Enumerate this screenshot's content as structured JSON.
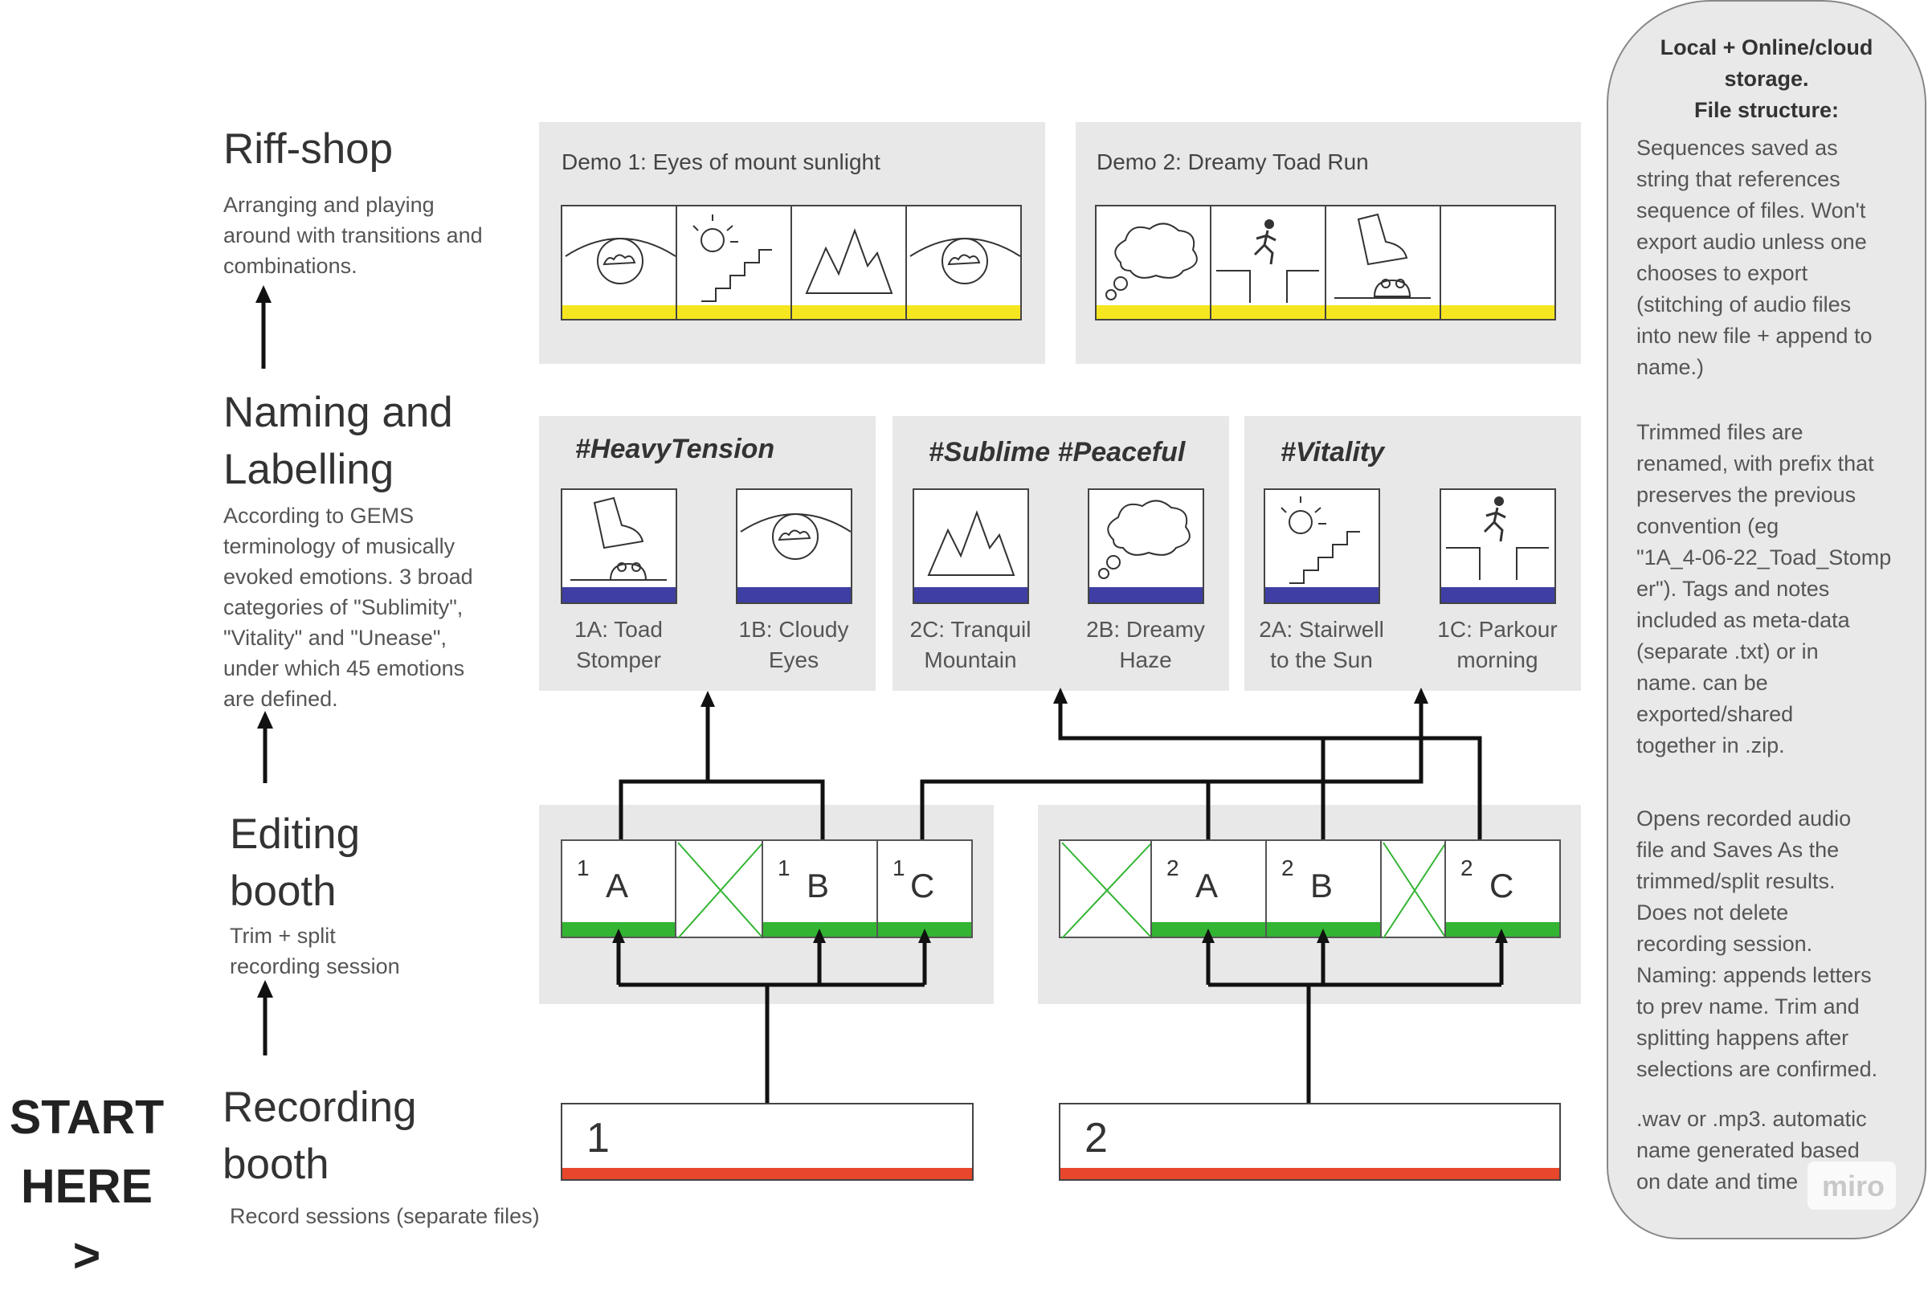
{
  "stages": {
    "riffshop": {
      "title": "Riff-shop",
      "desc": [
        "Arranging and playing",
        "around with transitions and",
        "combinations."
      ]
    },
    "naming": {
      "title1": "Naming and",
      "title2": "Labelling",
      "desc": [
        "According to GEMS",
        "terminology of musically",
        "evoked emotions. 3 broad",
        "categories of \"Sublimity\",",
        "\"Vitality\" and \"Unease\",",
        "under which 45 emotions",
        "are defined."
      ]
    },
    "editing": {
      "title1": "Editing",
      "title2": "booth",
      "desc": [
        "Trim + split",
        "recording session"
      ]
    },
    "recording": {
      "title1": "Recording",
      "title2": "booth",
      "desc": "Record sessions (separate files)"
    },
    "start": {
      "line1": "START",
      "line2": "HERE >"
    }
  },
  "demos": [
    {
      "title": "Demo 1: Eyes of mount sunlight",
      "icons": [
        "cloudy-eye-icon",
        "sun-stairs-icon",
        "mountain-icon",
        "cloudy-eye-icon"
      ]
    },
    {
      "title": "Demo 2: Dreamy Toad Run",
      "icons": [
        "thought-cloud-icon",
        "runner-gap-icon",
        "boot-toad-icon",
        "empty-slot"
      ]
    }
  ],
  "categories": [
    {
      "tag": "#HeavyTension",
      "items": [
        {
          "label1": "1A: Toad",
          "label2": "Stomper",
          "icon": "boot-toad-icon"
        },
        {
          "label1": "1B: Cloudy",
          "label2": "Eyes",
          "icon": "cloudy-eye-icon"
        }
      ]
    },
    {
      "tag": "#Sublime #Peaceful",
      "items": [
        {
          "label1": "2C: Tranquil",
          "label2": "Mountain",
          "icon": "mountain-icon"
        },
        {
          "label1": "2B: Dreamy",
          "label2": "Haze",
          "icon": "thought-cloud-icon"
        }
      ]
    },
    {
      "tag": "#Vitality",
      "items": [
        {
          "label1": "2A: Stairwell",
          "label2": "to the Sun",
          "icon": "sun-stairs-icon"
        },
        {
          "label1": "1C: Parkour",
          "label2": "morning",
          "icon": "runner-gap-icon"
        }
      ]
    }
  ],
  "editing": {
    "session1": [
      {
        "num": "1",
        "letter": "A"
      },
      {
        "cut": true
      },
      {
        "num": "1",
        "letter": "B"
      },
      {
        "num": "1",
        "letter": "C"
      }
    ],
    "session2": [
      {
        "cut": true
      },
      {
        "num": "2",
        "letter": "A"
      },
      {
        "num": "2",
        "letter": "B"
      },
      {
        "cut": true
      },
      {
        "num": "2",
        "letter": "C"
      }
    ]
  },
  "recordings": [
    {
      "label": "1"
    },
    {
      "label": "2"
    }
  ],
  "storage": {
    "heading": [
      "Local + Online/cloud",
      "storage.",
      "File structure:"
    ],
    "para1": [
      "Sequences saved as",
      "string that references",
      "sequence of files. Won't",
      "export audio unless one",
      "chooses to export",
      "(stitching of audio files",
      "into new file + append to",
      "name.)"
    ],
    "para2": [
      "Trimmed files are",
      "renamed, with prefix that",
      "preserves the previous",
      "convention (eg",
      "\"1A_4-06-22_Toad_Stomp",
      "er\"). Tags and notes",
      "included as meta-data",
      "(separate .txt) or in",
      "name. can be",
      "exported/shared",
      "together in .zip."
    ],
    "para3": [
      "Opens recorded audio",
      "file and Saves As the",
      "trimmed/split results.",
      "Does not delete",
      "recording session.",
      "Naming: appends letters",
      "to prev name. Trim and",
      "splitting happens after",
      "selections are confirmed."
    ],
    "para4": [
      ".wav or .mp3. automatic",
      "name generated based",
      "on date and time"
    ]
  },
  "watermark": "miro",
  "colors": {
    "yellow": "#f6e620",
    "blue": "#3e3ea4",
    "green": "#33b533",
    "red": "#e8472c",
    "box": "#e8e8e8"
  }
}
